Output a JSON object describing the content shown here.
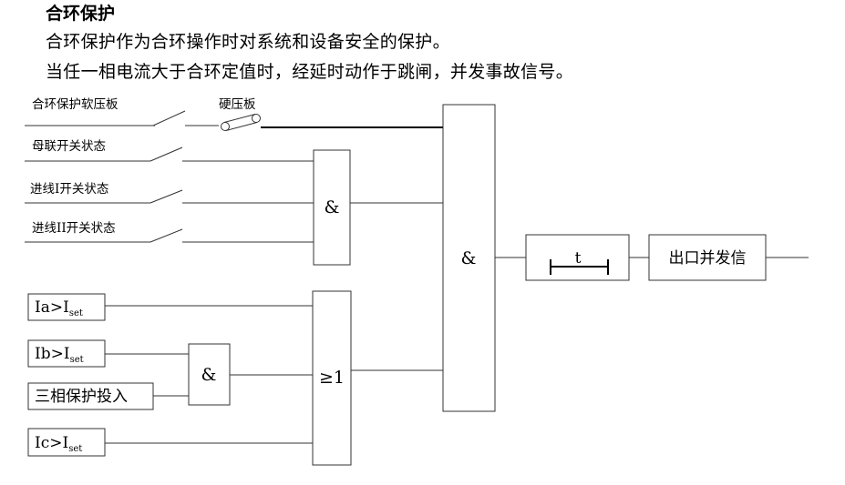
{
  "heading": "合环保护",
  "paragraphs": [
    "合环保护作为合环操作时对系统和设备安全的保护。",
    "当任一相电流大于合环定值时，经延时动作于跳闸，并发事故信号。"
  ],
  "diagram": {
    "switch_labels": {
      "soft_plate": "合环保护软压板",
      "hard_plate": "硬压板",
      "bus_tie": "母联开关状态",
      "incoming1": "进线I开关状态",
      "incoming2": "进线II开关状态"
    },
    "inputs": {
      "ia": {
        "main": "Ia>I",
        "sub": "set"
      },
      "ib": {
        "main": "Ib>I",
        "sub": "set"
      },
      "three_phase": "三相保护投入",
      "ic": {
        "main": "Ic>I",
        "sub": "set"
      }
    },
    "gates": {
      "and_switch": "&",
      "and_ib": "&",
      "or": "≥1",
      "and_main": "&"
    },
    "timer_label": "t",
    "output": "出口并发信"
  }
}
